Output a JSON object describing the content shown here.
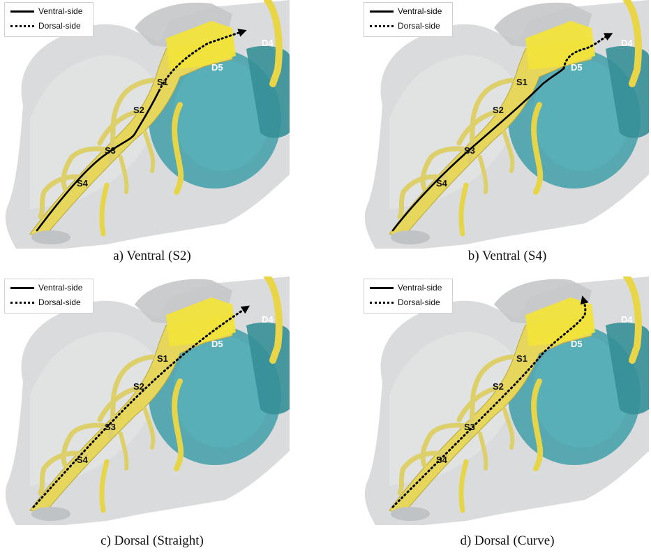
{
  "legend": {
    "ventral_label": "Ventral-side",
    "dorsal_label": "Dorsal-side"
  },
  "labels": {
    "d4": "D4",
    "d5": "D5",
    "s1": "S1",
    "s2": "S2",
    "s3": "S3",
    "s4": "S4"
  },
  "panels": [
    {
      "id": "a",
      "caption": "a) Ventral (S2)",
      "path_style": "ventral-S2"
    },
    {
      "id": "b",
      "caption": "b) Ventral (S4)",
      "path_style": "ventral-S4"
    },
    {
      "id": "c",
      "caption": "c) Dorsal (Straight)",
      "path_style": "dorsal-straight"
    },
    {
      "id": "d",
      "caption": "d) Dorsal (Curve)",
      "path_style": "dorsal-curve"
    }
  ],
  "colors": {
    "nerve": "#e6d65c",
    "nerve_bright": "#f1e43a",
    "disc": "#3f9fa8",
    "bone": "#cfd1d3"
  }
}
